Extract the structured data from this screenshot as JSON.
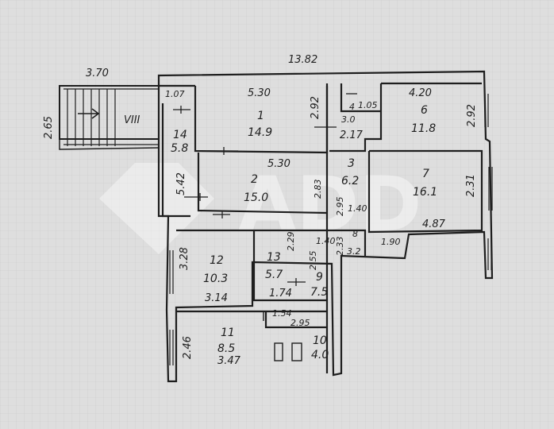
{
  "plan": {
    "overall_width": "13.82",
    "stair_width": "3.70",
    "stair_depth": "2.65",
    "stair_label": "VIII",
    "watermark": "ADD",
    "rooms": [
      {
        "id": "1",
        "area": "14.9"
      },
      {
        "id": "2",
        "area": "15.0"
      },
      {
        "id": "3",
        "area": "6.2"
      },
      {
        "id": "4",
        "area": "3.0"
      },
      {
        "id": "6",
        "area": "11.8"
      },
      {
        "id": "7",
        "area": "16.1"
      },
      {
        "id": "8",
        "area": "3.2"
      },
      {
        "id": "9",
        "area": "7.5"
      },
      {
        "id": "10",
        "area": "4.0"
      },
      {
        "id": "11",
        "area": "8.5"
      },
      {
        "id": "12",
        "area": "10.3"
      },
      {
        "id": "13",
        "area": "5.7"
      },
      {
        "id": "14",
        "area": "5.8"
      }
    ],
    "dimensions": {
      "d_1_07": "1.07",
      "d_5_30_a": "5.30",
      "d_5_30_b": "5.30",
      "d_2_92": "2.92",
      "d_1_05": "1.05",
      "d_2_17": "2.17",
      "d_4_20": "4.20",
      "d_2_92_b": "2.92",
      "d_5_42": "5.42",
      "d_2_83": "2.83",
      "d_2_95": "2.95",
      "d_1_40_a": "1.40",
      "d_2_31": "2.31",
      "d_4_87": "4.87",
      "d_1_40_b": "1.40",
      "d_2_33": "2.33",
      "d_1_90": "1.90",
      "d_3_28": "3.28",
      "d_2_29": "2.29",
      "d_2_55": "2.55",
      "d_3_14": "3.14",
      "d_1_74": "1.74",
      "d_1_54": "1.54",
      "d_2_95_b": "2.95",
      "d_2_46": "2.46",
      "d_3_47": "3.47"
    }
  }
}
